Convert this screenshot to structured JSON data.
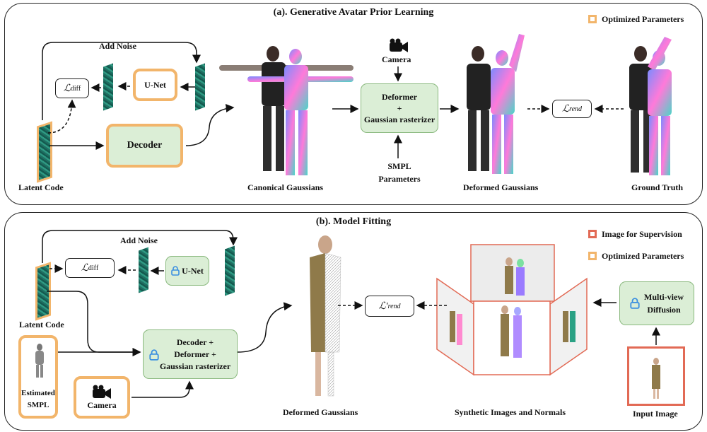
{
  "panel_a": {
    "title": "(a). Generative Avatar Prior Learning",
    "legend_optimized": "Optimized Parameters",
    "add_noise": "Add Noise",
    "unet": "U-Net",
    "loss_diff": "ℒ",
    "loss_diff_sub": "diff",
    "decoder": "Decoder",
    "latent_code": "Latent Code",
    "canonical": "Canonical Gaussians",
    "camera": "Camera",
    "deformer_l1": "Deformer",
    "deformer_l2": "+",
    "deformer_l3": "Gaussian rasterizer",
    "smpl_l1": "SMPL",
    "smpl_l2": "Parameters",
    "deformed": "Deformed Gaussians",
    "loss_rend": "ℒ",
    "loss_rend_sub": "rend",
    "ground_truth": "Ground Truth"
  },
  "panel_b": {
    "title": "(b). Model Fitting",
    "legend_supervision": "Image for Supervision",
    "legend_optimized": "Optimized Parameters",
    "add_noise": "Add Noise",
    "unet": "U-Net",
    "loss_diff": "ℒ",
    "loss_diff_sub": "diff",
    "latent_code": "Latent Code",
    "estimated_l1": "Estimated",
    "estimated_l2": "SMPL",
    "camera": "Camera",
    "dec_l1": "Decoder +",
    "dec_l2": "Deformer +",
    "dec_l3": "Gaussian rasterizer",
    "deformed": "Deformed Gaussians",
    "loss_rend": "ℒ′",
    "loss_rend_sub": "rend",
    "synthetic": "Synthetic Images and Normals",
    "mv_l1": "Multi-view",
    "mv_l2": "Diffusion",
    "input_image": "Input Image"
  },
  "colors": {
    "optimized": "#f2b56b",
    "supervision": "#e26a55",
    "module_fill": "#dbeed6",
    "module_border": "#8ab97e",
    "lock": "#3b8fe0"
  },
  "icons": [
    "camera-icon",
    "lock-icon"
  ]
}
